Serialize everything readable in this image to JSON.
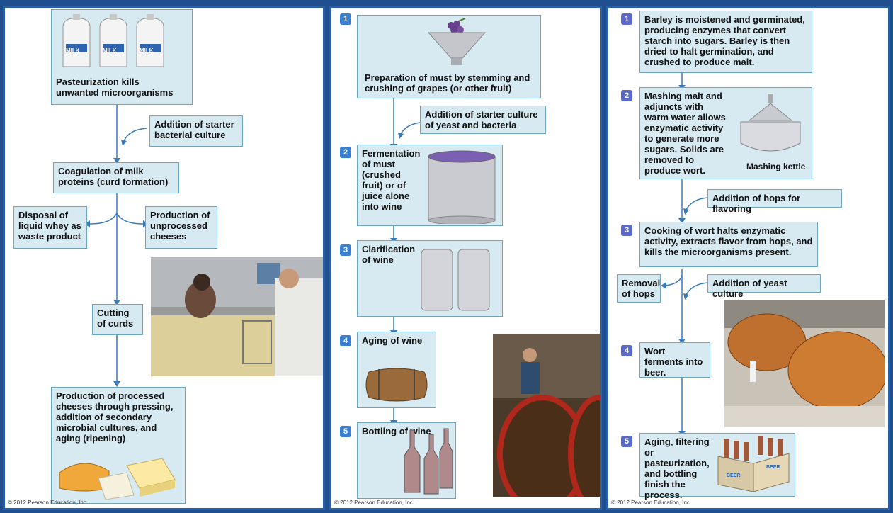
{
  "cheese": {
    "step1": "Pasteurization kills unwanted microorganisms",
    "starter": "Addition of starter bacterial culture",
    "coag": "Coagulation of milk proteins (curd formation)",
    "whey": "Disposal of liquid whey as waste product",
    "unprocessed": "Production of unprocessed cheeses",
    "cutting": "Cutting of curds",
    "processed": "Production of processed cheeses through pressing, addition of secondary microbial cultures, and aging (ripening)",
    "milk_label": "MILK",
    "copyright": "© 2012 Pearson Education, Inc."
  },
  "wine": {
    "num1": "1",
    "num2": "2",
    "num3": "3",
    "num4": "4",
    "num5": "5",
    "step1": "Preparation of must by stemming and crushing of grapes (or other fruit)",
    "starter": "Addition of starter culture of yeast and bacteria",
    "step2": "Fermentation of must (crushed fruit) or of juice alone into wine",
    "step3": "Clarification of wine",
    "step4": "Aging of wine",
    "step5": "Bottling of wine",
    "copyright": "© 2012 Pearson Education, Inc."
  },
  "beer": {
    "num1": "1",
    "num2": "2",
    "num3": "3",
    "num4": "4",
    "num5": "5",
    "step1": "Barley is moistened and germinated, producing enzymes that convert starch into sugars. Barley is then dried to halt germination, and crushed to produce malt.",
    "step2": "Mashing malt and adjuncts with warm water allows enzymatic activity to generate more sugars. Solids are removed to produce wort.",
    "kettle": "Mashing kettle",
    "hops": "Addition of hops for flavoring",
    "step3": "Cooking of wort halts enzymatic activity, extracts flavor from hops, and kills the microorganisms present.",
    "removal": "Removal of hops",
    "yeast": "Addition of yeast culture",
    "step4": "Wort ferments into beer.",
    "step5": "Aging, filtering or pasteurization, and bottling finish the process.",
    "beer_label": "BEER",
    "copyright": "© 2012 Pearson Education, Inc."
  }
}
